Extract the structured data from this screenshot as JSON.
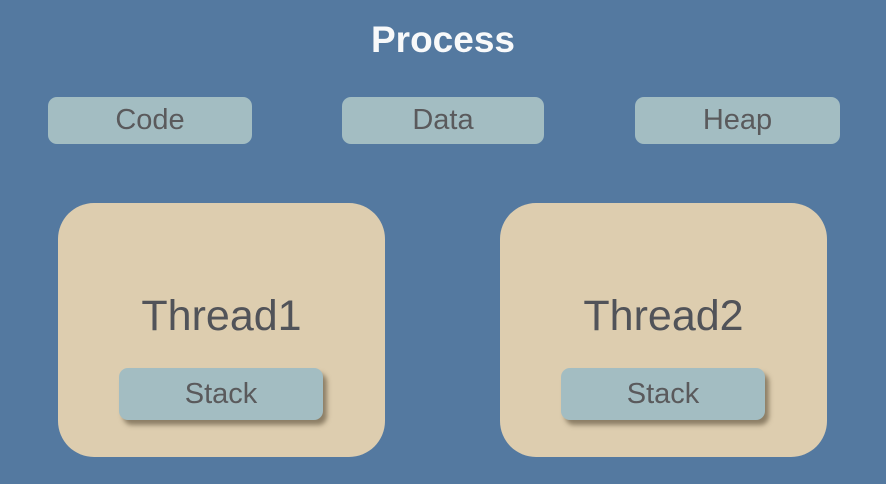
{
  "diagram": {
    "title": "Process",
    "segments": [
      {
        "label": "Code"
      },
      {
        "label": "Data"
      },
      {
        "label": "Heap"
      }
    ],
    "threads": [
      {
        "label": "Thread1",
        "stack_label": "Stack"
      },
      {
        "label": "Thread2",
        "stack_label": "Stack"
      }
    ],
    "colors": {
      "background": "#5479a0",
      "segment_box": "#a3bdc2",
      "thread_box": "#ddcdaf",
      "stack_box": "#a3bdc2",
      "title_text": "#f8f9fa",
      "label_text": "#5a5a5c",
      "thread_label_text": "#515359"
    }
  }
}
